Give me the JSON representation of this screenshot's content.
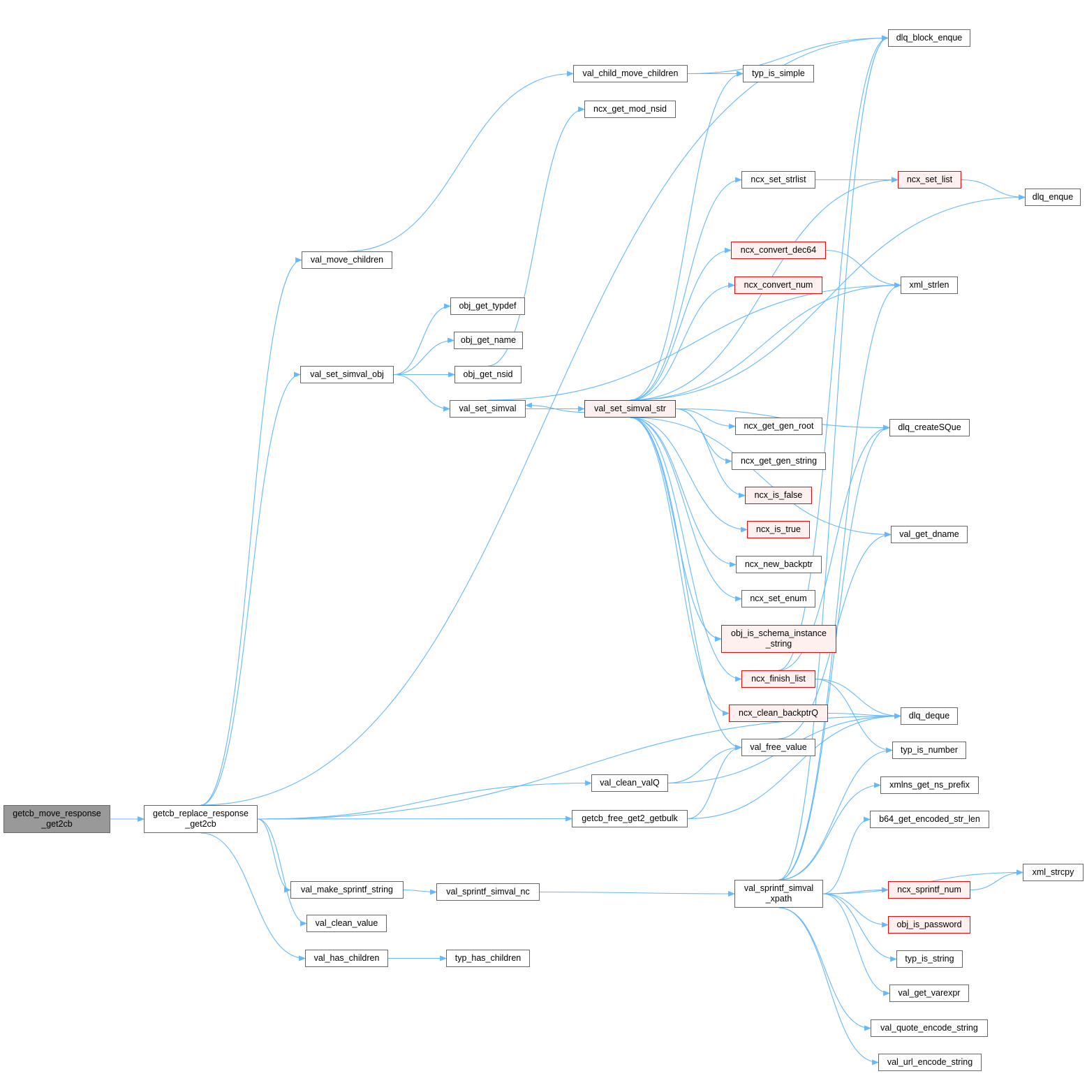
{
  "title": "getcb_move_response_get2cb call graph",
  "colors": {
    "edge": "#63b8ff",
    "node_border": "#666666",
    "red_border": "#ff0000",
    "red_fill": "#fff0f0",
    "current_fill": "#999999"
  },
  "nodes": [
    {
      "id": "move",
      "lines": [
        "getcb_move_response",
        "_get2cb"
      ],
      "style": "current"
    },
    {
      "id": "replace",
      "lines": [
        "getcb_replace_response",
        "_get2cb"
      ],
      "style": "normal"
    },
    {
      "id": "val_move_children",
      "lines": [
        "val_move_children"
      ],
      "style": "normal"
    },
    {
      "id": "val_set_simval_obj",
      "lines": [
        "val_set_simval_obj"
      ],
      "style": "normal"
    },
    {
      "id": "val_make_sprintf_string",
      "lines": [
        "val_make_sprintf_string"
      ],
      "style": "normal"
    },
    {
      "id": "val_clean_value",
      "lines": [
        "val_clean_value"
      ],
      "style": "normal"
    },
    {
      "id": "val_has_children",
      "lines": [
        "val_has_children"
      ],
      "style": "normal"
    },
    {
      "id": "obj_get_typdef",
      "lines": [
        "obj_get_typdef"
      ],
      "style": "normal"
    },
    {
      "id": "obj_get_name",
      "lines": [
        "obj_get_name"
      ],
      "style": "normal"
    },
    {
      "id": "obj_get_nsid",
      "lines": [
        "obj_get_nsid"
      ],
      "style": "normal"
    },
    {
      "id": "val_set_simval",
      "lines": [
        "val_set_simval"
      ],
      "style": "normal"
    },
    {
      "id": "val_sprintf_simval_nc",
      "lines": [
        "val_sprintf_simval_nc"
      ],
      "style": "normal"
    },
    {
      "id": "typ_has_children",
      "lines": [
        "typ_has_children"
      ],
      "style": "normal"
    },
    {
      "id": "val_child_move_children",
      "lines": [
        "val_child_move_children"
      ],
      "style": "normal"
    },
    {
      "id": "ncx_get_mod_nsid",
      "lines": [
        "ncx_get_mod_nsid"
      ],
      "style": "normal"
    },
    {
      "id": "val_set_simval_str",
      "lines": [
        "val_set_simval_str"
      ],
      "style": "red"
    },
    {
      "id": "val_clean_valQ",
      "lines": [
        "val_clean_valQ"
      ],
      "style": "normal"
    },
    {
      "id": "getcb_free_get2_getbulk",
      "lines": [
        "getcb_free_get2_getbulk"
      ],
      "style": "normal"
    },
    {
      "id": "typ_is_simple",
      "lines": [
        "typ_is_simple"
      ],
      "style": "normal"
    },
    {
      "id": "ncx_set_strlist",
      "lines": [
        "ncx_set_strlist"
      ],
      "style": "normal"
    },
    {
      "id": "ncx_convert_dec64",
      "lines": [
        "ncx_convert_dec64"
      ],
      "style": "red"
    },
    {
      "id": "ncx_convert_num",
      "lines": [
        "ncx_convert_num"
      ],
      "style": "red"
    },
    {
      "id": "ncx_get_gen_root",
      "lines": [
        "ncx_get_gen_root"
      ],
      "style": "normal"
    },
    {
      "id": "ncx_get_gen_string",
      "lines": [
        "ncx_get_gen_string"
      ],
      "style": "normal"
    },
    {
      "id": "ncx_is_false",
      "lines": [
        "ncx_is_false"
      ],
      "style": "red"
    },
    {
      "id": "ncx_is_true",
      "lines": [
        "ncx_is_true"
      ],
      "style": "red"
    },
    {
      "id": "ncx_new_backptr",
      "lines": [
        "ncx_new_backptr"
      ],
      "style": "normal"
    },
    {
      "id": "ncx_set_enum",
      "lines": [
        "ncx_set_enum"
      ],
      "style": "normal"
    },
    {
      "id": "obj_is_schema_instance_string",
      "lines": [
        "obj_is_schema_instance",
        "_string"
      ],
      "style": "red"
    },
    {
      "id": "ncx_finish_list",
      "lines": [
        "ncx_finish_list"
      ],
      "style": "red"
    },
    {
      "id": "ncx_clean_backptrQ",
      "lines": [
        "ncx_clean_backptrQ"
      ],
      "style": "red"
    },
    {
      "id": "val_free_value",
      "lines": [
        "val_free_value"
      ],
      "style": "normal"
    },
    {
      "id": "val_sprintf_simval_xpath",
      "lines": [
        "val_sprintf_simval",
        "_xpath"
      ],
      "style": "normal"
    },
    {
      "id": "dlq_block_enque",
      "lines": [
        "dlq_block_enque"
      ],
      "style": "normal"
    },
    {
      "id": "ncx_set_list",
      "lines": [
        "ncx_set_list"
      ],
      "style": "red"
    },
    {
      "id": "dlq_enque",
      "lines": [
        "dlq_enque"
      ],
      "style": "normal"
    },
    {
      "id": "xml_strlen",
      "lines": [
        "xml_strlen"
      ],
      "style": "normal"
    },
    {
      "id": "dlq_createSQue",
      "lines": [
        "dlq_createSQue"
      ],
      "style": "normal"
    },
    {
      "id": "val_get_dname",
      "lines": [
        "val_get_dname"
      ],
      "style": "normal"
    },
    {
      "id": "dlq_deque",
      "lines": [
        "dlq_deque"
      ],
      "style": "normal"
    },
    {
      "id": "typ_is_number",
      "lines": [
        "typ_is_number"
      ],
      "style": "normal"
    },
    {
      "id": "xmlns_get_ns_prefix",
      "lines": [
        "xmlns_get_ns_prefix"
      ],
      "style": "normal"
    },
    {
      "id": "b64_get_encoded_str_len",
      "lines": [
        "b64_get_encoded_str_len"
      ],
      "style": "normal"
    },
    {
      "id": "xml_strcpy",
      "lines": [
        "xml_strcpy"
      ],
      "style": "normal"
    },
    {
      "id": "ncx_sprintf_num",
      "lines": [
        "ncx_sprintf_num"
      ],
      "style": "red"
    },
    {
      "id": "obj_is_password",
      "lines": [
        "obj_is_password"
      ],
      "style": "red"
    },
    {
      "id": "typ_is_string",
      "lines": [
        "typ_is_string"
      ],
      "style": "normal"
    },
    {
      "id": "val_get_varexpr",
      "lines": [
        "val_get_varexpr"
      ],
      "style": "normal"
    },
    {
      "id": "val_quote_encode_string",
      "lines": [
        "val_quote_encode_string"
      ],
      "style": "normal"
    },
    {
      "id": "val_url_encode_string",
      "lines": [
        "val_url_encode_string"
      ],
      "style": "normal"
    }
  ],
  "edges": [
    [
      "move",
      "replace"
    ],
    [
      "replace",
      "val_move_children"
    ],
    [
      "replace",
      "val_set_simval_obj"
    ],
    [
      "replace",
      "val_make_sprintf_string"
    ],
    [
      "replace",
      "val_clean_value"
    ],
    [
      "replace",
      "val_has_children"
    ],
    [
      "replace",
      "val_clean_valQ"
    ],
    [
      "replace",
      "getcb_free_get2_getbulk"
    ],
    [
      "replace",
      "dlq_block_enque"
    ],
    [
      "replace",
      "dlq_deque"
    ],
    [
      "val_move_children",
      "val_child_move_children"
    ],
    [
      "val_child_move_children",
      "dlq_block_enque"
    ],
    [
      "val_child_move_children",
      "typ_is_simple"
    ],
    [
      "val_set_simval_obj",
      "obj_get_typdef"
    ],
    [
      "val_set_simval_obj",
      "obj_get_name"
    ],
    [
      "val_set_simval_obj",
      "obj_get_nsid"
    ],
    [
      "val_set_simval_obj",
      "val_set_simval"
    ],
    [
      "obj_get_nsid",
      "ncx_get_mod_nsid"
    ],
    [
      "val_set_simval",
      "val_set_simval_str"
    ],
    [
      "val_set_simval",
      "xml_strlen"
    ],
    [
      "val_set_simval_str",
      "val_set_simval"
    ],
    [
      "val_set_simval_str",
      "typ_is_simple"
    ],
    [
      "val_set_simval_str",
      "ncx_set_strlist"
    ],
    [
      "val_set_simval_str",
      "ncx_set_list"
    ],
    [
      "val_set_simval_str",
      "dlq_enque"
    ],
    [
      "val_set_simval_str",
      "ncx_convert_dec64"
    ],
    [
      "val_set_simval_str",
      "ncx_convert_num"
    ],
    [
      "val_set_simval_str",
      "xml_strlen"
    ],
    [
      "val_set_simval_str",
      "dlq_createSQue"
    ],
    [
      "val_set_simval_str",
      "val_get_dname"
    ],
    [
      "val_set_simval_str",
      "ncx_get_gen_root"
    ],
    [
      "val_set_simval_str",
      "ncx_get_gen_string"
    ],
    [
      "val_set_simval_str",
      "ncx_is_false"
    ],
    [
      "val_set_simval_str",
      "ncx_is_true"
    ],
    [
      "val_set_simval_str",
      "ncx_new_backptr"
    ],
    [
      "val_set_simval_str",
      "ncx_set_enum"
    ],
    [
      "val_set_simval_str",
      "obj_is_schema_instance_string"
    ],
    [
      "val_set_simval_str",
      "ncx_finish_list"
    ],
    [
      "val_set_simval_str",
      "ncx_clean_backptrQ"
    ],
    [
      "val_set_simval_str",
      "val_free_value"
    ],
    [
      "ncx_set_strlist",
      "ncx_set_list"
    ],
    [
      "ncx_set_list",
      "dlq_enque"
    ],
    [
      "ncx_convert_dec64",
      "xml_strlen"
    ],
    [
      "ncx_finish_list",
      "dlq_block_enque"
    ],
    [
      "ncx_finish_list",
      "dlq_createSQue"
    ],
    [
      "ncx_finish_list",
      "dlq_deque"
    ],
    [
      "ncx_finish_list",
      "typ_is_number"
    ],
    [
      "ncx_clean_backptrQ",
      "dlq_deque"
    ],
    [
      "val_free_value",
      "val_get_dname"
    ],
    [
      "val_clean_valQ",
      "val_free_value"
    ],
    [
      "val_clean_valQ",
      "dlq_deque"
    ],
    [
      "getcb_free_get2_getbulk",
      "val_free_value"
    ],
    [
      "getcb_free_get2_getbulk",
      "dlq_deque"
    ],
    [
      "val_make_sprintf_string",
      "val_sprintf_simval_nc"
    ],
    [
      "val_sprintf_simval_nc",
      "val_sprintf_simval_xpath"
    ],
    [
      "val_has_children",
      "typ_has_children"
    ],
    [
      "val_sprintf_simval_xpath",
      "xml_strlen"
    ],
    [
      "val_sprintf_simval_xpath",
      "dlq_block_enque"
    ],
    [
      "val_sprintf_simval_xpath",
      "dlq_createSQue"
    ],
    [
      "val_sprintf_simval_xpath",
      "typ_is_number"
    ],
    [
      "val_sprintf_simval_xpath",
      "xmlns_get_ns_prefix"
    ],
    [
      "val_sprintf_simval_xpath",
      "b64_get_encoded_str_len"
    ],
    [
      "val_sprintf_simval_xpath",
      "xml_strcpy"
    ],
    [
      "val_sprintf_simval_xpath",
      "ncx_sprintf_num"
    ],
    [
      "val_sprintf_simval_xpath",
      "obj_is_password"
    ],
    [
      "val_sprintf_simval_xpath",
      "typ_is_string"
    ],
    [
      "val_sprintf_simval_xpath",
      "val_get_varexpr"
    ],
    [
      "val_sprintf_simval_xpath",
      "val_quote_encode_string"
    ],
    [
      "val_sprintf_simval_xpath",
      "val_url_encode_string"
    ],
    [
      "ncx_sprintf_num",
      "xml_strcpy"
    ]
  ]
}
